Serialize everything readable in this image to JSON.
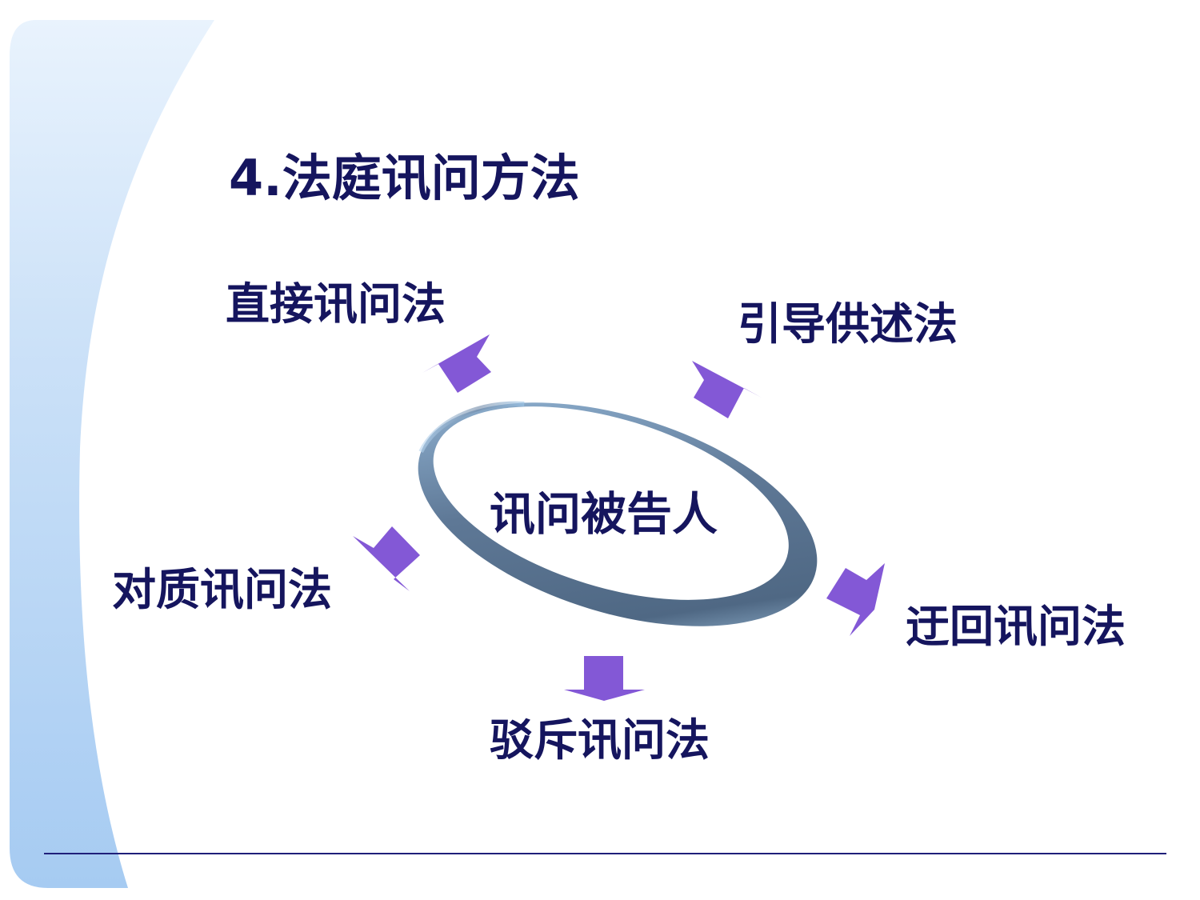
{
  "title": "4.法庭讯问方法",
  "center": {
    "label": "讯问被告人"
  },
  "methods": [
    {
      "id": "direct",
      "label": "直接讯问法"
    },
    {
      "id": "guide",
      "label": "引导供述法"
    },
    {
      "id": "confront",
      "label": "对质讯问法"
    },
    {
      "id": "roundabout",
      "label": "迂回讯问法"
    },
    {
      "id": "refute",
      "label": "驳斥讯问法"
    }
  ],
  "colors": {
    "text": "#15155e",
    "arrow": "#8358d6",
    "ring_dark": "#55708e",
    "ring_light": "#a9d0ee",
    "background_band": "#a6cbf2",
    "rule_line": "#1f1f7a"
  },
  "icons": {
    "arrows": "block-arrow"
  }
}
